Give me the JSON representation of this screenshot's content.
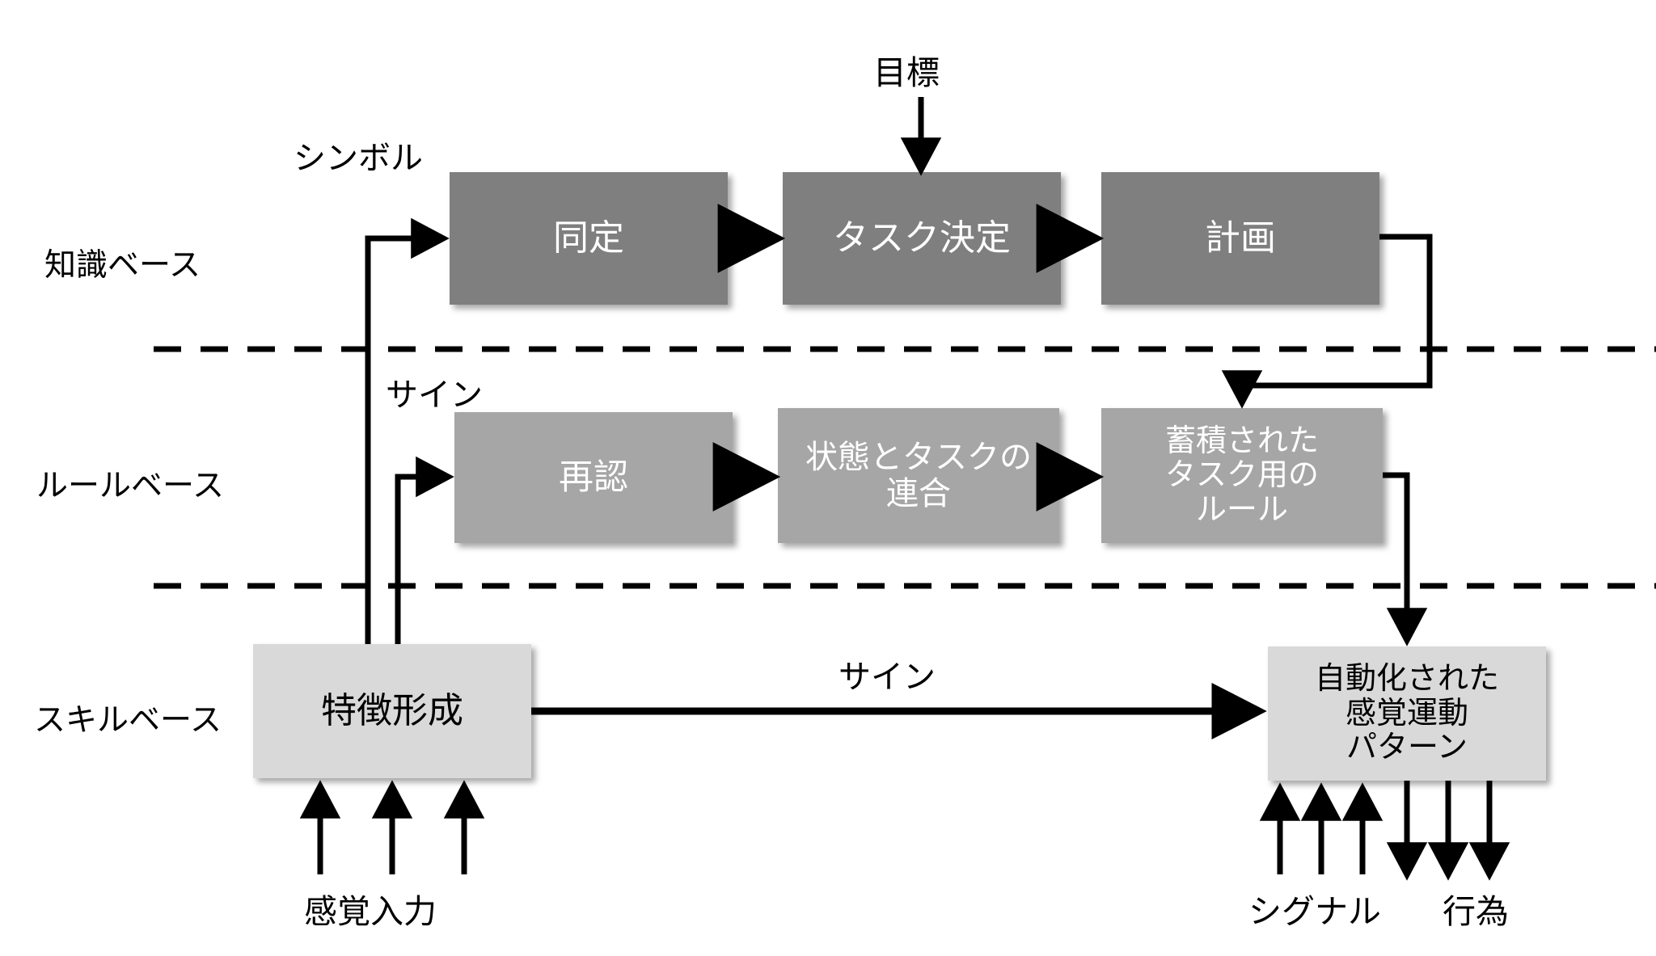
{
  "diagram": {
    "title": "Rasmussen SRK framework (Japanese)",
    "colors": {
      "knowledge_box": "#7f7f7f",
      "rule_box": "#a6a6a6",
      "skill_box": "#d9d9d9",
      "stroke": "#000000",
      "background": "#ffffff",
      "knowledge_text": "#ffffff",
      "rule_text": "#ffffff",
      "skill_text": "#000000"
    },
    "levels": [
      {
        "id": "knowledge",
        "label": "知識ベース"
      },
      {
        "id": "rule",
        "label": "ルールベース"
      },
      {
        "id": "skill",
        "label": "スキルベース"
      }
    ],
    "nodes": [
      {
        "id": "identify",
        "level": "knowledge",
        "label": "同定"
      },
      {
        "id": "task-decide",
        "level": "knowledge",
        "label": "タスク決定"
      },
      {
        "id": "plan",
        "level": "knowledge",
        "label": "計画"
      },
      {
        "id": "recognize",
        "level": "rule",
        "label": "再認"
      },
      {
        "id": "association",
        "level": "rule",
        "label": "状態とタスクの\n連合"
      },
      {
        "id": "stored-rules",
        "level": "rule",
        "label": "蓄積された\nタスク用の\nルール"
      },
      {
        "id": "feature",
        "level": "skill",
        "label": "特徴形成"
      },
      {
        "id": "automated",
        "level": "skill",
        "label": "自動化された\n感覚運動\nパターン"
      }
    ],
    "edge_labels": [
      {
        "id": "goal",
        "label": "目標"
      },
      {
        "id": "symbol",
        "label": "シンボル"
      },
      {
        "id": "sign-rule",
        "label": "サイン"
      },
      {
        "id": "sign-skill",
        "label": "サイン"
      },
      {
        "id": "sensory",
        "label": "感覚入力"
      },
      {
        "id": "signal",
        "label": "シグナル"
      },
      {
        "id": "action",
        "label": "行為"
      }
    ]
  }
}
